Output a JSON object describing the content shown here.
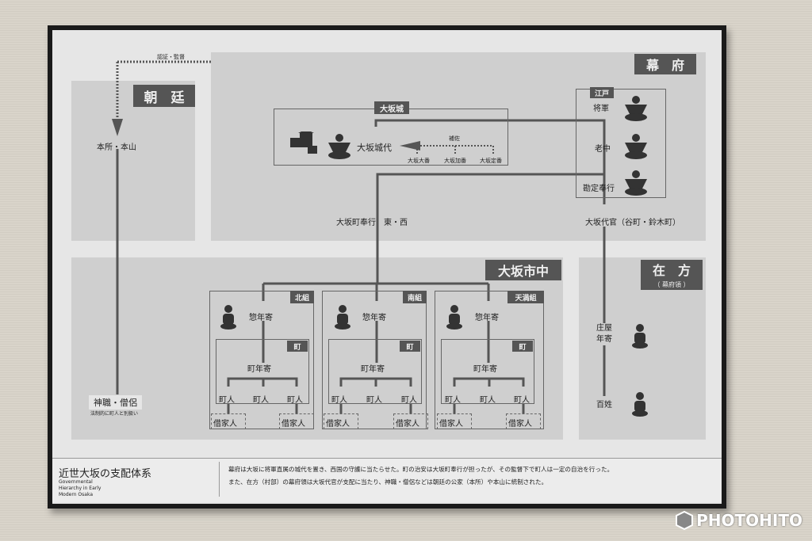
{
  "regions": {
    "chotei": "朝　廷",
    "bakufu": "幕　府",
    "osaka_shichu": "大坂市中",
    "zaikata": "在　方",
    "zaikata_sub": "（ 幕府領 ）"
  },
  "chotei": {
    "approval": "認証・監督",
    "honsho": "本所・本山",
    "shinshoku": "神職・僧侶",
    "shinshoku_note": "法制的に町人と別扱い"
  },
  "bakufu": {
    "edo": "江戸",
    "shogun": "将軍",
    "roju": "老中",
    "kanjo": "勘定奉行",
    "osaka_daikan": "大坂代官（谷町・鈴木町）",
    "machibugyo": "大坂町奉行　東・西"
  },
  "osaka_castle": {
    "title": "大坂城",
    "jodai": "大坂城代",
    "hosa": "補佐",
    "ban": [
      "大坂大番",
      "大坂加番",
      "大坂定番"
    ]
  },
  "kumi": [
    {
      "name": "北組"
    },
    {
      "name": "南組"
    },
    {
      "name": "天満組"
    }
  ],
  "kumi_roles": {
    "sodoshiyori": "惣年寄",
    "machi": "町",
    "machidoshiyori": "町年寄",
    "chonin": "町人",
    "shakunin": "借家人"
  },
  "zaikata": {
    "shoya": "庄屋\n年寄",
    "hyakusho": "百姓"
  },
  "caption": {
    "title": "近世大坂の支配体系",
    "en_title": "Governmental Hierarchy in Early Modern Osaka",
    "line1": "幕府は大坂に将軍直属の城代を置き、西国の守護に当たらせた。町の治安は大坂町奉行が担ったが、その監督下で町人は一定の自治を行った。",
    "line2": "また、在方（村部）の幕府領は大坂代官が支配に当たり、神職・僧侶などは朝廷の公家（本所）や本山に統制された。"
  },
  "watermark": "PHOTOHITO"
}
